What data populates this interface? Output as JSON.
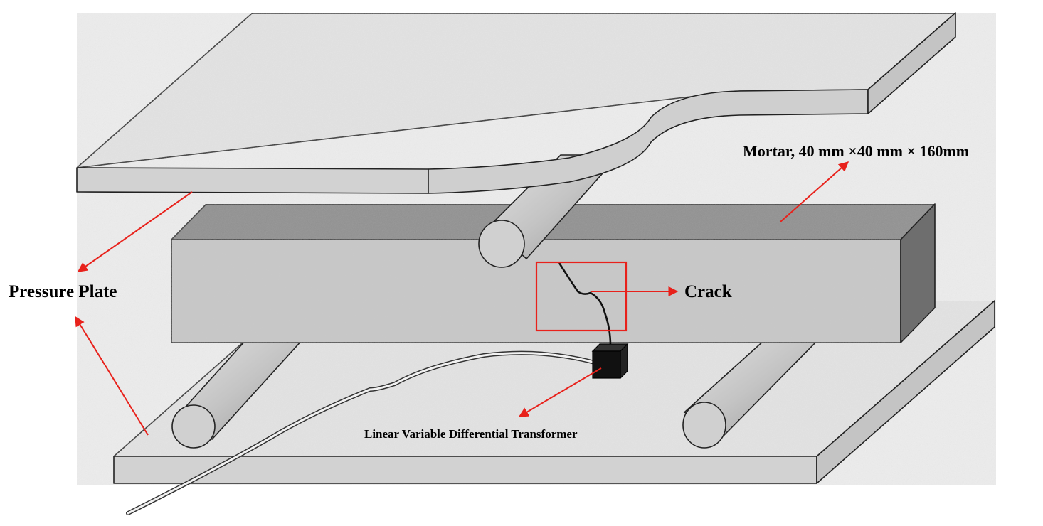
{
  "labels": {
    "mortar": "Mortar, 40 mm ×40 mm × 160mm",
    "pressure_plate": "Pressure Plate",
    "crack": "Crack",
    "lvdt": "Linear Variable Differential Transformer"
  },
  "colors": {
    "arrow": "#e8211b",
    "highlight_box": "#e8211b",
    "plate_top": "#e6e6e6",
    "plate_front": "#cfcfcf",
    "plate_side": "#c6c6c6",
    "mortar_front": "#c9c9c9",
    "mortar_top": "#8c8c8c",
    "mortar_side": "#6f6f6f",
    "roller": "#c8c8c8",
    "sensor": "#111111",
    "background_texture": "#ececec"
  }
}
